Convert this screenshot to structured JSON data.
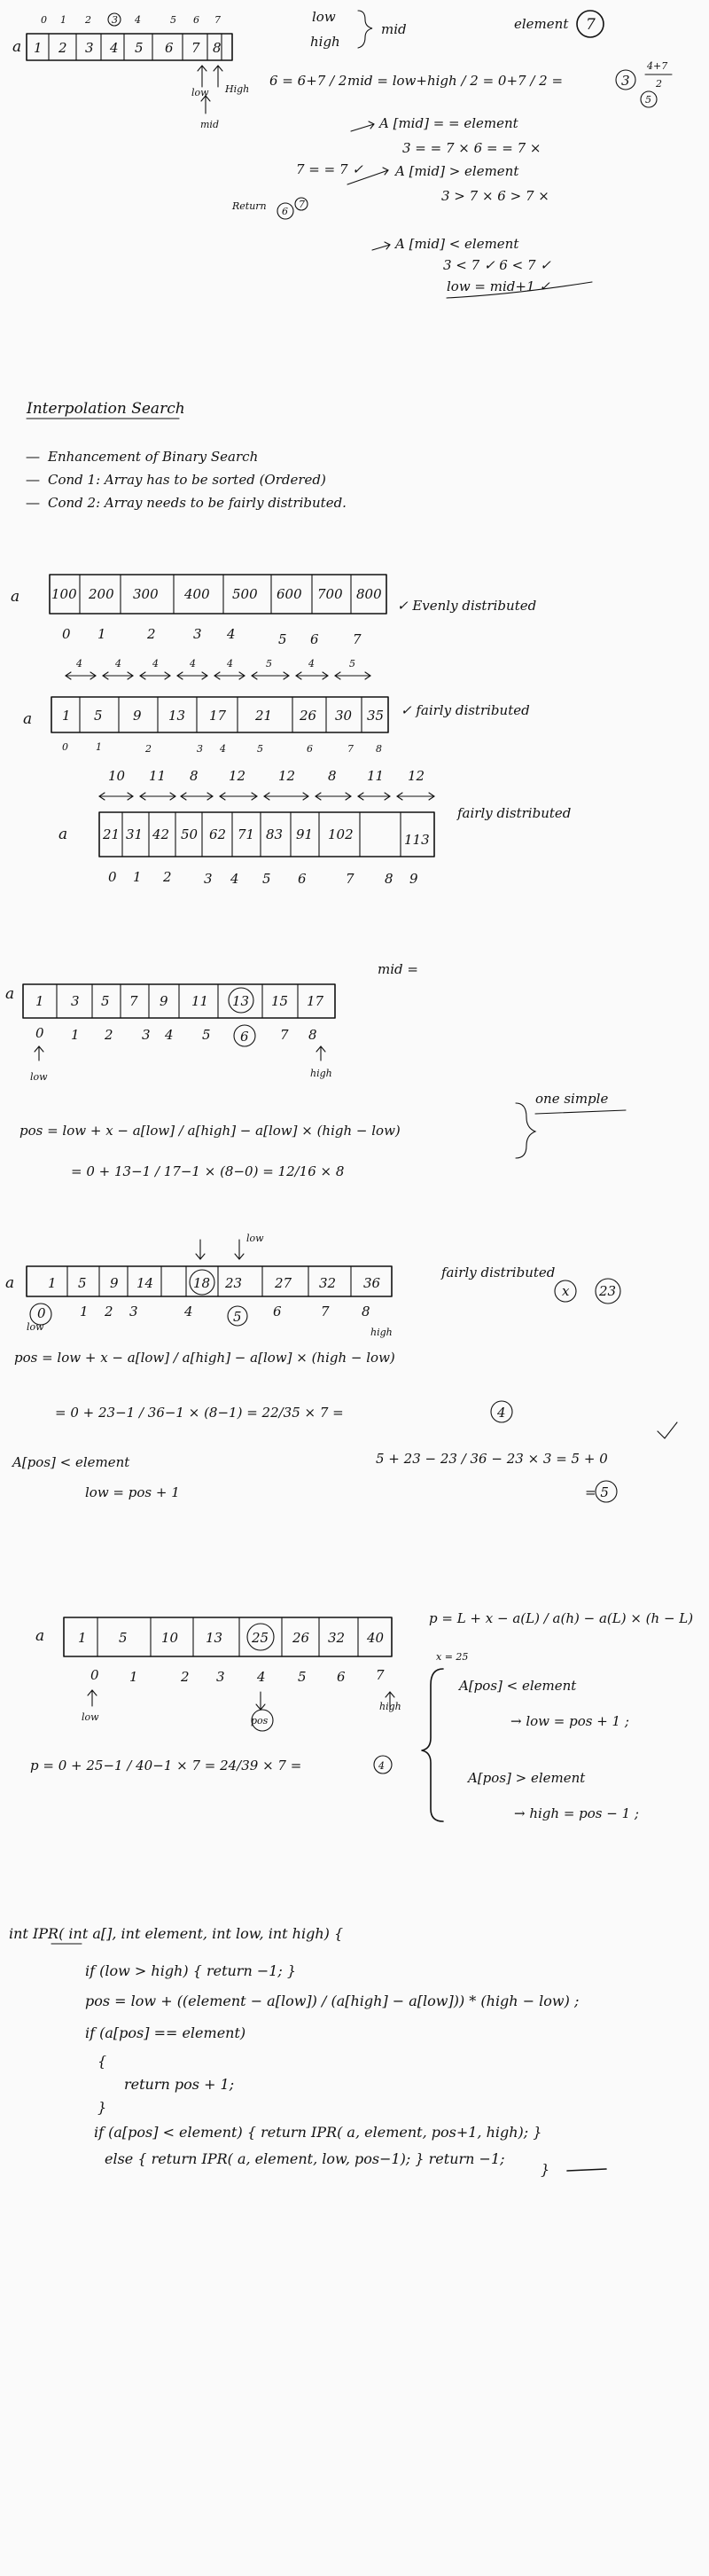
{
  "section1": {
    "top_indices": [
      "0",
      "1",
      "2",
      "3",
      "4",
      "5",
      "6",
      "7"
    ],
    "array_name": "a",
    "cells": [
      "1",
      "2",
      "3",
      "4",
      "5",
      "6",
      "7",
      "8"
    ],
    "low_high_brace_top": "low",
    "low_high_brace_bot": "high",
    "brace_result": "mid",
    "element_label": "element",
    "element_value": "7",
    "low_label": "low",
    "high_label": "High",
    "mid_label": "mid",
    "frac_side": "6 = 6+7 / 2",
    "mid_eq": "mid = low+high / 2 = 0+7 / 2 =",
    "mid_val": "3",
    "mid_side_top": "4+7",
    "mid_side_bot": "2",
    "mid_side_circ": "5",
    "check1": "A [mid] = = element",
    "check1b": "3 = = 7  ×  6 = = 7  ×",
    "check2": "A [mid] > element",
    "check2b": "3 > 7 ×    6 > 7  ×",
    "check3": "A [mid] < element",
    "check3b": "3 < 7 ✓    6 < 7 ✓",
    "low_update": "low = mid+1 ✓",
    "seven_eq": "7 = = 7 ✓",
    "return_label": "Return",
    "return_a": "6",
    "return_b": "7"
  },
  "section2": {
    "title": "Interpolation Search",
    "bullets": [
      "Enhancement of Binary Search",
      "Cond 1: Array has to be sorted (Ordered)",
      "Cond 2: Array needs to be fairly distributed."
    ]
  },
  "section3": {
    "array_name": "a",
    "row1_cells": [
      "100",
      "200",
      "300",
      "400",
      "500",
      "600",
      "700",
      "800"
    ],
    "row1_idx": [
      "0",
      "1",
      "2",
      "3",
      "4",
      "5",
      "6",
      "7"
    ],
    "row1_note": "✓ Evenly distributed",
    "row2_gaps": [
      "4",
      "4",
      "4",
      "4",
      "4",
      "5",
      "4",
      "5"
    ],
    "row2_cells": [
      "1",
      "5",
      "9",
      "13",
      "17",
      "21",
      "26",
      "30",
      "35"
    ],
    "row2_idx": [
      "0",
      "1",
      "2",
      "3",
      "4",
      "5",
      "6",
      "7",
      "8"
    ],
    "row2_note": "✓ fairly distributed",
    "row3_gaps": [
      "10",
      "11",
      "8",
      "12",
      "12",
      "8",
      "11",
      "12"
    ],
    "row3_cells": [
      "21",
      "31",
      "42",
      "50",
      "62",
      "71",
      "83",
      "91",
      "102",
      "113"
    ],
    "row3_idx": [
      "0",
      "1",
      "2",
      "3",
      "4",
      "5",
      "6",
      "7",
      "8",
      "9"
    ],
    "row3_note": "fairly distributed"
  },
  "section4": {
    "mid_label": "mid =",
    "array_name": "a",
    "cells": [
      "1",
      "3",
      "5",
      "7",
      "9",
      "11",
      "13",
      "15",
      "17"
    ],
    "idx": [
      "0",
      "1",
      "2",
      "3",
      "4",
      "5",
      "6",
      "7",
      "8"
    ],
    "low": "low",
    "high": "high",
    "pos_formula": "pos = low + x − a[low] / a[high] − a[low] × (high − low)",
    "one_simple": "one simple",
    "line2": "= 0 + 13−1 / 17−1 × (8−0)  =  12/16 × 8"
  },
  "section5": {
    "array_name": "a",
    "cells": [
      "1",
      "5",
      "9",
      "14",
      "18",
      "23",
      "27",
      "32",
      "36"
    ],
    "idx": [
      "0",
      "1",
      "2",
      "3",
      "4",
      "5",
      "6",
      "7",
      "8"
    ],
    "top_mark": "low",
    "note": "fairly distributed",
    "elem_circles": [
      "x",
      "23"
    ],
    "low": "low",
    "high": "high",
    "pos_formula": "pos = low + x − a[low] / a[high] − a[low] × (high − low)",
    "calc": "= 0 + 23−1 / 36−1 × (8−1)  =  22/35 × 7  =",
    "calc_result": "4",
    "cond": "A[pos] < element",
    "cond_b": "low = pos + 1",
    "right_calc": "5 + 23 − 23 / 36 − 23 × 3  =  5 + 0",
    "right_result": "= 5"
  },
  "section6": {
    "array_name": "a",
    "cells": [
      "1",
      "5",
      "10",
      "13",
      "25",
      "26",
      "32",
      "40"
    ],
    "idx": [
      "0",
      "1",
      "2",
      "3",
      "4",
      "5",
      "6",
      "7"
    ],
    "low": "low",
    "high": "high",
    "pos_mark": "pos",
    "p_formula": "p = L + x − a(L) / a(h) − a(L) × (h − L)",
    "x_eq": "x = 25",
    "calc": "p = 0 + 25−1 / 40−1 × 7  =  24/39 × 7 =",
    "calc_result": "4",
    "branch1": "A[pos] < element",
    "branch1b": "→ low = pos + 1 ;",
    "branch2": "A[pos] > element",
    "branch2b": "→ high = pos − 1 ;"
  },
  "section7": {
    "code": [
      "int IPR( int a[], int element, int low, int high) {",
      "if (low > high) { return −1; }",
      "pos = low + ((element − a[low]) / (a[high] − a[low])) * (high − low) ;",
      "if (a[pos] == element)",
      "{",
      "return pos + 1;",
      "}",
      "if (a[pos] < element) { return IPR( a, element, pos+1, high); }",
      "else { return IPR( a, element, low, pos−1); }   return −1;",
      "}"
    ]
  }
}
